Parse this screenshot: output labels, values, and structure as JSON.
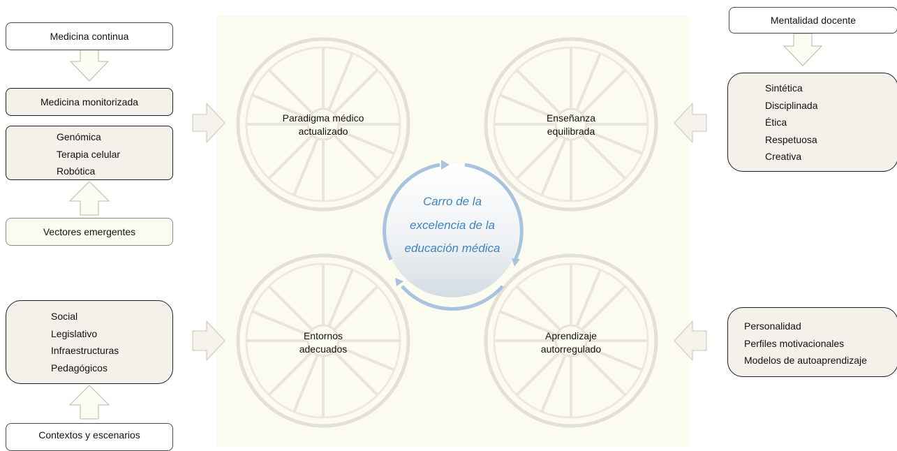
{
  "left": {
    "medicina_continua": "Medicina continua",
    "medicina_monitorizada": "Medicina monitorizada",
    "tecnologias": [
      "Genómica",
      "Terapia celular",
      "Robótica"
    ],
    "vectores_emergentes": "Vectores emergentes",
    "entornos_lista": [
      "Social",
      "Legislativo",
      "Infraestructuras",
      "Pedagógicos"
    ],
    "contextos": "Contextos y escenarios"
  },
  "right": {
    "mentalidad_docente": "Mentalidad docente",
    "rasgos": [
      "Sintética",
      "Disciplinada",
      "Ética",
      "Respetuosa",
      "Creativa"
    ],
    "aprendizaje_lista": [
      "Personalidad",
      "Perfiles motivacionales",
      "Modelos de autoaprendizaje"
    ]
  },
  "wheels": {
    "paradigma": [
      "Paradigma médico",
      "actualizado"
    ],
    "ensenanza": [
      "Enseñanza",
      "equilibrada"
    ],
    "entornos": [
      "Entornos",
      "adecuados"
    ],
    "aprendizaje": [
      "Aprendizaje",
      "autorregulado"
    ]
  },
  "center": [
    "Carro de la",
    "excelencia de la",
    "educación médica"
  ],
  "colors": {
    "panel": "#fcfbef",
    "box_fill": "#f4f0ea",
    "arrow_fill": "#f6f3ec",
    "center_text": "#3f84c2",
    "cycle_arrow": "#a9c3de"
  }
}
